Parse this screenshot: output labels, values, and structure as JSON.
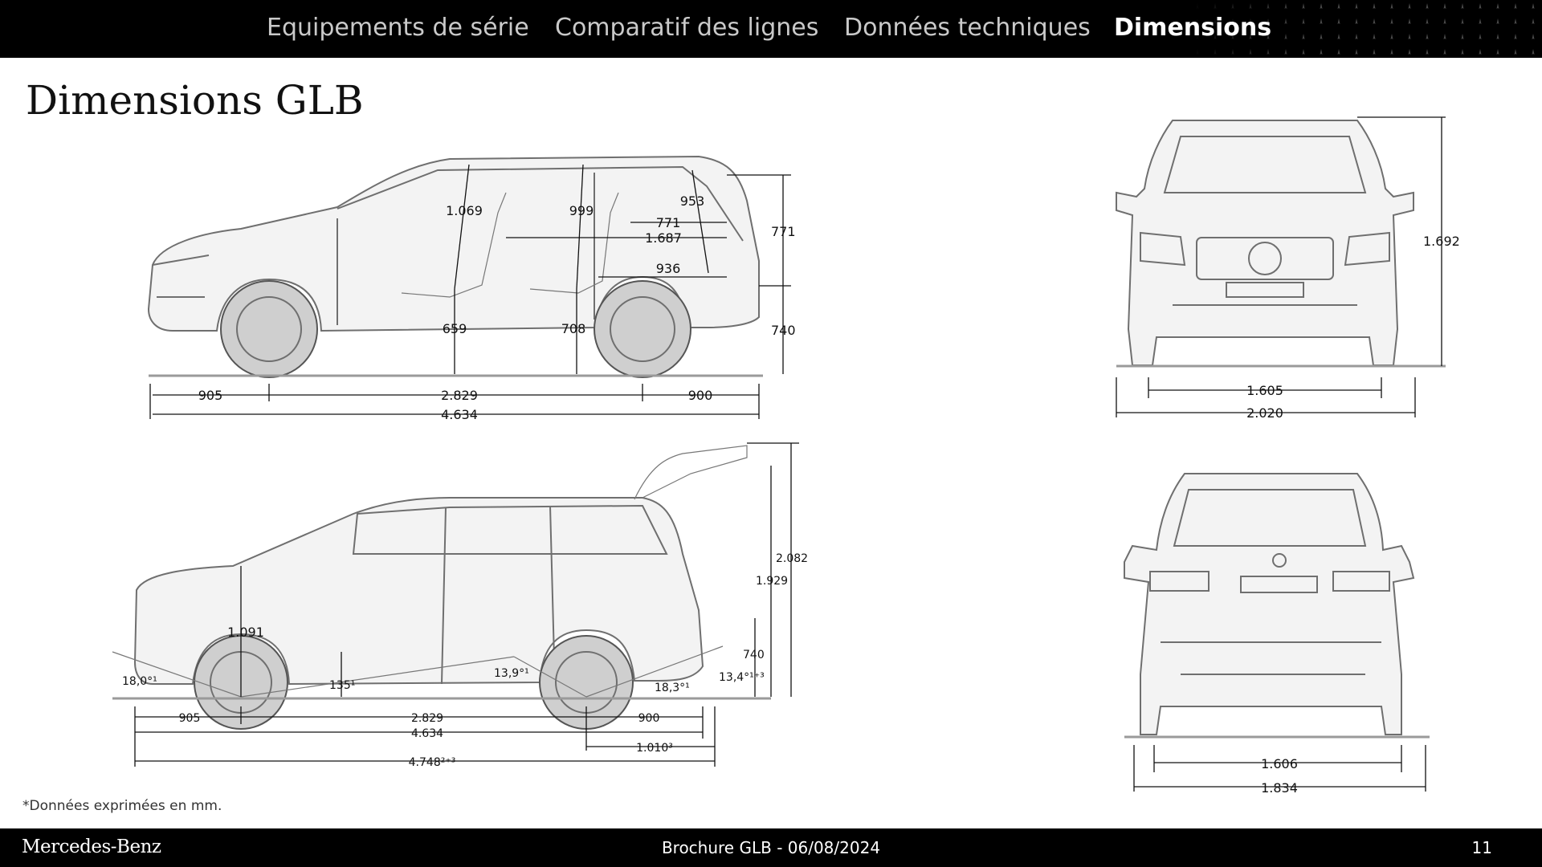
{
  "nav": {
    "tabs": [
      {
        "label": "Equipements de série"
      },
      {
        "label": "Comparatif des lignes"
      },
      {
        "label": "Données techniques"
      },
      {
        "label": "Dimensions"
      }
    ],
    "active_tab": "Dimensions"
  },
  "page_title": "Dimensions GLB",
  "side_view": {
    "interior_heights": [
      "1.069",
      "999",
      "953"
    ],
    "interior_lengths": [
      "771",
      "1.687",
      "936"
    ],
    "height_upper": "771",
    "height_lower": "740",
    "seat_heights": [
      "659",
      "708"
    ],
    "front_overhang": "905",
    "wheelbase": "2.829",
    "rear_overhang": "900",
    "length": "4.634"
  },
  "front_view": {
    "height": "1.692",
    "track": "1.605",
    "width_with_mirrors": "2.020"
  },
  "side_view_2": {
    "height_tailgate_open": "2.082",
    "height": "1.929",
    "front_height": "1.091",
    "approach_angle": "18,0°¹",
    "ground_clearance": "135¹",
    "ramp_angle": "13,9°¹",
    "departure_angle": "18,3°¹",
    "departure_angle_tow": "13,4°¹⁺³",
    "rear_height": "740",
    "front_overhang": "905",
    "wheelbase": "2.829",
    "rear_overhang": "900",
    "length": "4.634",
    "rear_overhang_tow": "1.010³",
    "length_tow": "4.748²⁺³"
  },
  "rear_view": {
    "track": "1.606",
    "width": "1.834"
  },
  "footnote": "*Données exprimées en mm.",
  "footer": {
    "brand": "Mercedes-Benz",
    "document": "Brochure GLB - 06/08/2024",
    "page": "11"
  }
}
